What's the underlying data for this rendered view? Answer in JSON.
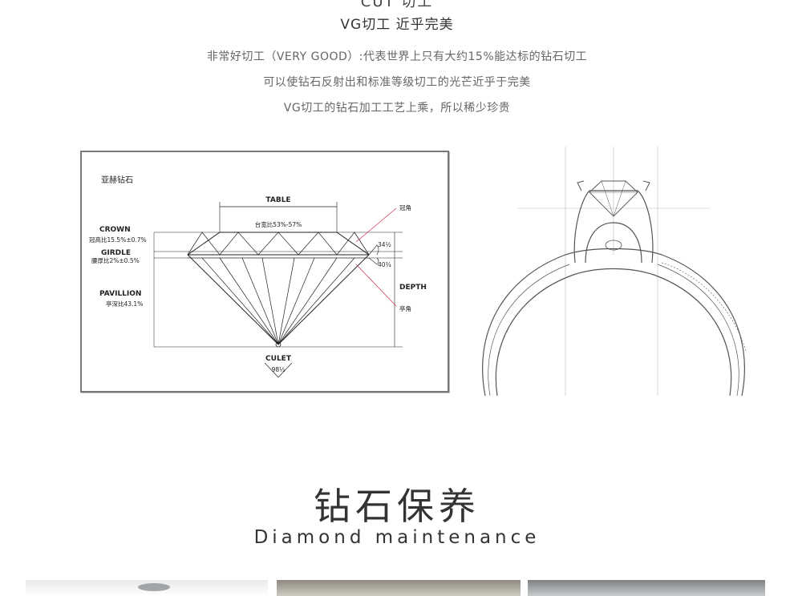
{
  "header": {
    "top_cut_text": "CUT 切工",
    "vg_title": "VG切工 近乎完美",
    "description_lines": [
      "非常好切工（VERY GOOD）:代表世界上只有大约15%能达标的钻石切工",
      "可以使钻石反射出和标准等级切工的光芒近乎于完美",
      "VG切工的钻石加工工艺上乘，所以稀少珍贵"
    ]
  },
  "diagram": {
    "brand": "亚赫钻石",
    "table_label": "TABLE",
    "table_ratio": "台宽比53%-57%",
    "crown_label": "CROWN",
    "crown_ratio": "冠高比15.5%±0.7%",
    "girdle_label": "GIRDLE",
    "girdle_ratio": "腰厚比2%±0.5%",
    "pavillion_label": "PAVILLION",
    "pavillion_ratio": "亭深比43.1%",
    "culet_label": "CULET",
    "culet_angle": "98½",
    "crown_angle_label": "冠角",
    "crown_angle_value": "34½",
    "pavilion_angle_label": "亭角",
    "pavilion_angle_value": "40¾",
    "depth_label": "DEPTH"
  },
  "maintenance": {
    "title_cn": "钻石保养",
    "title_en": "Diamond maintenance"
  },
  "colors": {
    "angle_line": "#d23c5a",
    "box_border": "#777777"
  }
}
